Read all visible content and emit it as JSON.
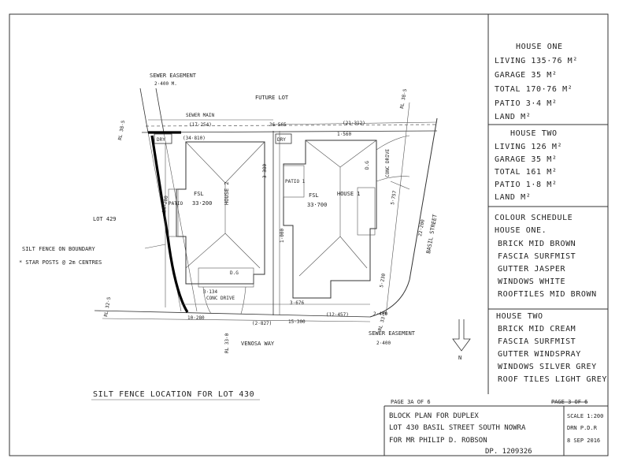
{
  "panels": {
    "house_one": {
      "title": "HOUSE ONE",
      "rows": [
        "LIVING 135·76 M²",
        "GARAGE 35 M²",
        "TOTAL 170·76 M²",
        "PATIO 3·4 M²",
        "LAND M²"
      ]
    },
    "house_two": {
      "title": "HOUSE TWO",
      "rows": [
        "LIVING 126 M²",
        "GARAGE 35 M²",
        "TOTAL 161 M²",
        "PATIO 1·8 M²",
        "LAND M²"
      ]
    },
    "colour_one": {
      "title": "COLOUR SCHEDULE",
      "subtitle": "HOUSE ONE.",
      "rows": [
        "BRICK MID BROWN",
        "FASCIA SURFMIST",
        "GUTTER JASPER",
        "WINDOWS WHITE",
        "ROOFTILES MID BROWN"
      ]
    },
    "colour_two": {
      "title": "HOUSE TWO",
      "rows": [
        "BRICK MID CREAM",
        "FASCIA SURFMIST",
        "GUTTER WINDSPRAY",
        "WINDOWS SILVER GREY",
        "ROOF TILES LIGHT GREY"
      ]
    }
  },
  "plan": {
    "sewer_easement_top": "SEWER EASEMENT",
    "sewer_easement_top_width": "2·400 M.",
    "future_lot": "FUTURE LOT",
    "sewer_main": "SEWER MAIN",
    "dim_top_left": "(17·254)",
    "dim_top_mid": "36·565",
    "dim_top_right": "(21·312)",
    "dim_inner_top": "(34·810)",
    "dim_front_depth": "1·560",
    "dim_side_left": "24·200",
    "dim_side_right": "22·200",
    "dim_right_offset": "5·757",
    "dim_front_right": "5·230",
    "dim_front_r2": "2·400",
    "dim_bottom_left": "10·280",
    "dim_bottom_mid": "15·300",
    "dim_bottom_b1": "(2·827)",
    "dim_bottom_b2": "(12·457)",
    "dim_mid_center": "3·676",
    "dim_mid_small": "3·134",
    "dim_vert_left": "3·380",
    "dim_vert_right": "1·000",
    "rl_top_left": "RL 38·5",
    "rl_top_right": "RL 38·5",
    "rl_bottom_left": "RL 32·5",
    "rl_bottom_right": "RL 33·5",
    "rl_bottom_mid": "RL 33·0",
    "dry": "DRY",
    "fsl_label": "FSL",
    "fsl_h2": "33·200",
    "fsl_h1": "33·700",
    "house2": "HOUSE 2",
    "house1": "HOUSE 1",
    "patio": "PATIO",
    "patio1": "PATIO 1",
    "dg": "D.G",
    "conc_drive": "CONC DRIVE",
    "lot_429": "LOT 429",
    "silt_fence_1": "SILT FENCE ON BOUNDARY",
    "silt_fence_2": "* STAR POSTS @ 2m CENTRES",
    "basil_street": "BASIL STREET",
    "venosa_way": "VENOSA WAY",
    "sewer_easement_bottom": "SEWER EASEMENT",
    "sewer_easement_bottom_width": "2·400",
    "north": "N",
    "fence_location": "SILT FENCE LOCATION FOR LOT 430"
  },
  "title_block": {
    "page_left": "PAGE 3A OF 6",
    "page_right": "PAGE 3 OF 6",
    "line1": "BLOCK PLAN FOR DUPLEX",
    "line2": "LOT 430 BASIL STREET SOUTH NOWRA",
    "line3": "FOR MR PHILIP D. ROBSON",
    "dp": "DP. 1209326",
    "scale": "SCALE 1:200",
    "drawn": "DRN P.D.R",
    "date": "8 SEP 2016"
  }
}
